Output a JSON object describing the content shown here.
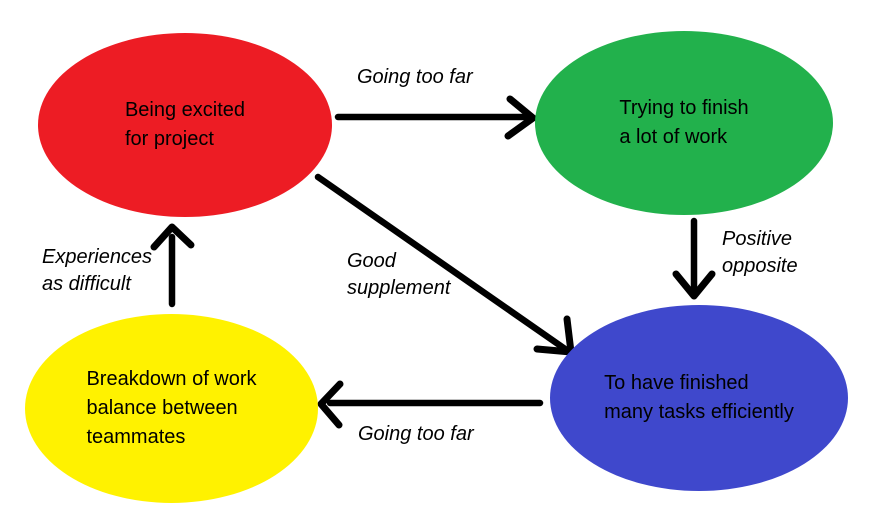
{
  "canvas": {
    "background": "#FFFFFF",
    "arrow_color": "#000000",
    "text_color": "#000000"
  },
  "nodes": {
    "excited": {
      "color": "#ED1C24",
      "lines": [
        "Being excited",
        "for project"
      ]
    },
    "trying": {
      "color": "#22B14C",
      "lines": [
        "Trying to finish",
        "a lot of work"
      ]
    },
    "breakdown": {
      "color": "#FFF200",
      "lines": [
        "Breakdown of work",
        "balance between",
        "teammates"
      ]
    },
    "finished": {
      "color": "#3F48CC",
      "lines": [
        "To have finished",
        "many tasks efficiently"
      ]
    }
  },
  "edges": {
    "excited_to_trying": {
      "from": "excited",
      "to": "trying",
      "label": "Going too far"
    },
    "trying_to_finished": {
      "from": "trying",
      "to": "finished",
      "label_lines": [
        "Positive",
        "opposite"
      ]
    },
    "excited_to_finished": {
      "from": "excited",
      "to": "finished",
      "label_lines": [
        "Good",
        "supplement"
      ]
    },
    "finished_to_breakdown": {
      "from": "finished",
      "to": "breakdown",
      "label": "Going too far"
    },
    "breakdown_to_excited": {
      "from": "breakdown",
      "to": "excited",
      "label_lines": [
        "Experiences",
        "as difficult"
      ]
    }
  }
}
